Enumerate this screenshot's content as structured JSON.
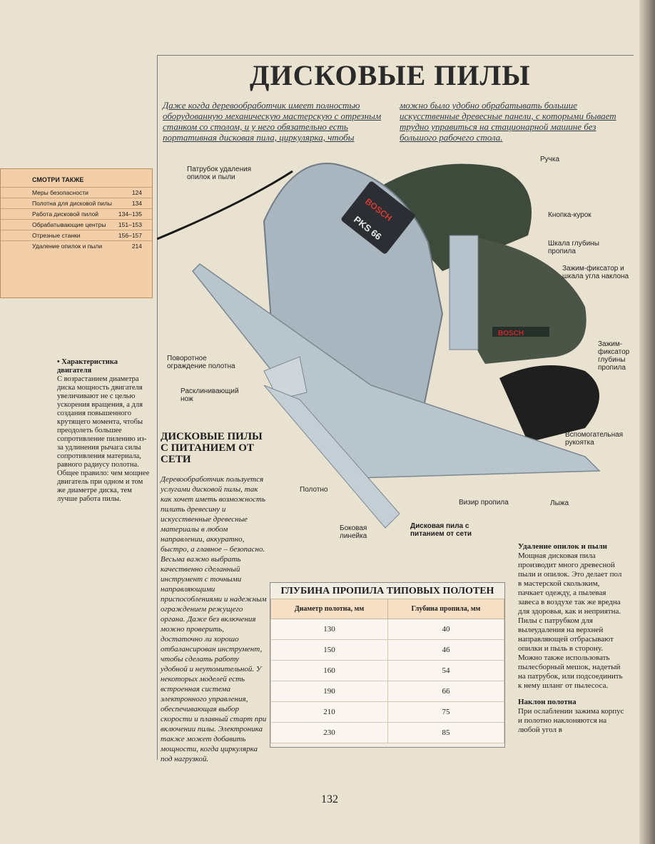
{
  "title": "ДИСКОВЫЕ ПИЛЫ",
  "intro_left": "Даже когда деревообработчик имеет полностью оборудованную механическую мастерскую с отрезным станком со столом, и у него обязательно есть портативная дисковая пила, циркулярка, чтобы",
  "intro_right": "можно было удобно обрабатывать большие искусственные древесные панели, с которыми бывает трудно управиться на стационарной машине без большого рабочего стола.",
  "see_also": {
    "heading": "СМОТРИ ТАКЖЕ",
    "items": [
      {
        "label": "Меры безопасности",
        "page": "124"
      },
      {
        "label": "Полотна для дисковой пилы",
        "page": "134"
      },
      {
        "label": "Работа дисковой пилой",
        "page": "134–135"
      },
      {
        "label": "Обрабатывающие центры",
        "page": "151–153"
      },
      {
        "label": "Отрезные станки",
        "page": "156–157"
      },
      {
        "label": "Удаление опилок и пыли",
        "page": "214"
      }
    ]
  },
  "sidenote": {
    "heading": "• Характеристика двигателя",
    "text": "С возрастанием диаметра диска мощность двигателя увеличивают не с целью ускорения вращения, а для создания повышенного крутящего момента, чтобы преодолеть большее сопротивление пилению из-за удлинения рычага силы сопротивления материала, равного радиусу полотна. Общее правило: чем мощнее двигатель при одном и том же диаметре диска, тем лучше работа пилы."
  },
  "labels": {
    "dust_port": "Патрубок удаления опилок и пыли",
    "handle": "Ручка",
    "trigger": "Кнопка-курок",
    "depth_scale": "Шкала глубины пропила",
    "bevel": "Зажим-фиксатор и шкала угла наклона",
    "depth_clamp": "Зажим-фиксатор глубины пропила",
    "guard": "Поворотное ограждение полотна",
    "riving": "Расклинивающий нож",
    "aux_handle": "Вспомогательная рукоятка",
    "blade": "Полотно",
    "sight": "Визир пропила",
    "shoe": "Лыжа",
    "fence": "Боковая линейка",
    "brand1": "BOSCH",
    "brand2": "PKS 66",
    "brand3": "BOSCH"
  },
  "caption": "Дисковая пила с питанием от сети",
  "section_title": "ДИСКОВЫЕ ПИЛЫ С ПИТАНИЕМ ОТ СЕТИ",
  "section_text": "Деревообработчик пользуется услугами дисковой пилы, так как хочет иметь возможность пилить древесину и искусственные древесные материалы в любом направлении, аккуратно, быстро, а главное – безопасно. Весьма важно выбрать качественно сделанный инструмент с точными направляющими приспособлениями и надежным ограждением режущего органа. Даже без включения можно проверить, достаточно ли хорошо отбалансирован инструмент, чтобы сделать работу удобной и неутомительной. У некоторых моделей есть встроенная система электронного управления, обеспечивающая выбор скорости и плавный старт при включении пилы. Электроника также может добавить мощности, когда циркулярка под нагрузкой.",
  "table": {
    "title": "ГЛУБИНА ПРОПИЛА ТИПОВЫХ ПОЛОТЕН",
    "headers": [
      "Диаметр полотна, мм",
      "Глубина пропила, мм"
    ],
    "rows": [
      [
        "130",
        "40"
      ],
      [
        "150",
        "46"
      ],
      [
        "160",
        "54"
      ],
      [
        "190",
        "66"
      ],
      [
        "210",
        "75"
      ],
      [
        "230",
        "85"
      ]
    ]
  },
  "right_col": {
    "h1": "Удаление опилок и пыли",
    "p1": "Мощная дисковая пила производит много древесной пыли и опилок. Это делает пол в мастерской скользким, пачкает одежду, а пылевая завеса в воздухе так же вредна для здоровья, как и неприятна. Пилы с патрубком для вылеудаления на верхней направляющей отбрасывают опилки и пыль в сторону. Можно также использовать пылесборный мешок, надетый на патрубок, или подсоединить к нему шланг от пылесоса.",
    "h2": "Наклон полотна",
    "p2": "При ослаблении зажима корпус и полотно наклоняются на любой угол в"
  },
  "page_number": "132"
}
